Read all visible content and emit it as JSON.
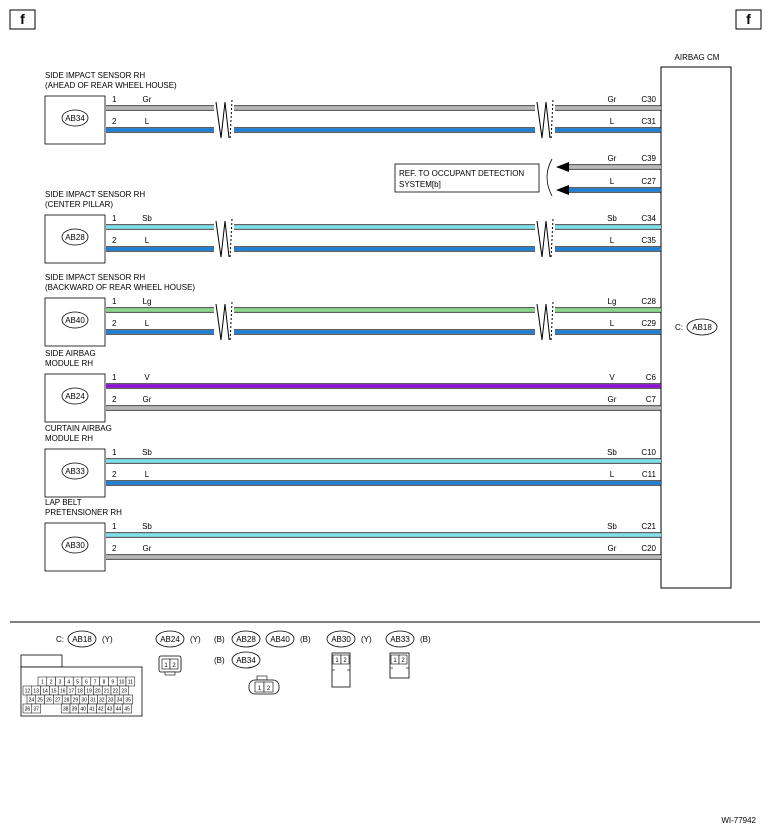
{
  "flags": {
    "left": "f",
    "right": "f"
  },
  "module": {
    "label": "AIRBAG CM",
    "connector_prefix": "C:",
    "connector_id": "AB18"
  },
  "wire_colors": {
    "Gr": "#b8b8b8",
    "L": "#1e7fd6",
    "Sb": "#7ee0ec",
    "Lg": "#8ad88a",
    "V": "#9010d8"
  },
  "components": [
    {
      "id": "AB34",
      "label_lines": [
        "SIDE IMPACT SENSOR RH",
        "(AHEAD OF REAR WHEEL HOUSE)"
      ],
      "broken": true,
      "wires": [
        {
          "pin": "1",
          "color": "Gr",
          "end_color": "Gr",
          "terminal": "C30"
        },
        {
          "pin": "2",
          "color": "L",
          "end_color": "L",
          "terminal": "C31"
        }
      ]
    },
    {
      "id": "AB28",
      "label_lines": [
        "SIDE IMPACT SENSOR RH",
        "(CENTER PILLAR)"
      ],
      "broken": true,
      "wires": [
        {
          "pin": "1",
          "color": "Sb",
          "end_color": "Sb",
          "terminal": "C34"
        },
        {
          "pin": "2",
          "color": "L",
          "end_color": "L",
          "terminal": "C35"
        }
      ]
    },
    {
      "id": "AB40",
      "label_lines": [
        "SIDE IMPACT SENSOR RH",
        "(BACKWARD OF REAR WHEEL HOUSE)"
      ],
      "broken": true,
      "wires": [
        {
          "pin": "1",
          "color": "Lg",
          "end_color": "Lg",
          "terminal": "C28"
        },
        {
          "pin": "2",
          "color": "L",
          "end_color": "L",
          "terminal": "C29"
        }
      ]
    },
    {
      "id": "AB24",
      "label_lines": [
        "SIDE AIRBAG",
        "MODULE RH"
      ],
      "broken": false,
      "wires": [
        {
          "pin": "1",
          "color": "V",
          "end_color": "V",
          "terminal": "C6"
        },
        {
          "pin": "2",
          "color": "Gr",
          "end_color": "Gr",
          "terminal": "C7"
        }
      ]
    },
    {
      "id": "AB33",
      "label_lines": [
        "CURTAIN AIRBAG",
        "MODULE RH"
      ],
      "broken": false,
      "wires": [
        {
          "pin": "1",
          "color": "Sb",
          "end_color": "Sb",
          "terminal": "C10"
        },
        {
          "pin": "2",
          "color": "L",
          "end_color": "L",
          "terminal": "C11"
        }
      ]
    },
    {
      "id": "AB30",
      "label_lines": [
        "LAP BELT",
        "PRETENSIONER RH"
      ],
      "broken": false,
      "wires": [
        {
          "pin": "1",
          "color": "Sb",
          "end_color": "Sb",
          "terminal": "C21"
        },
        {
          "pin": "2",
          "color": "Gr",
          "end_color": "Gr",
          "terminal": "C20"
        }
      ]
    }
  ],
  "reference": {
    "lines": [
      "REF. TO OCCUPANT DETECTION",
      "SYSTEM[b]"
    ],
    "wires": [
      {
        "color": "Gr",
        "terminal": "C39"
      },
      {
        "color": "L",
        "terminal": "C27"
      }
    ]
  },
  "legend": {
    "ab18": {
      "prefix": "C:",
      "id": "AB18",
      "color_code": "(Y)",
      "rows": [
        [
          "1",
          "2",
          "3",
          "4",
          "5",
          "6",
          "7",
          "8",
          "9",
          "10",
          "11"
        ],
        [
          "12",
          "13",
          "14",
          "15",
          "16",
          "17",
          "18",
          "19",
          "20",
          "21",
          "22",
          "23"
        ],
        [
          "24",
          "25",
          "26",
          "27",
          "28",
          "29",
          "30",
          "31",
          "32",
          "33",
          "34",
          "35"
        ],
        [
          "36",
          "37",
          "38",
          "39",
          "40",
          "41",
          "42",
          "43",
          "44",
          "45"
        ]
      ]
    },
    "ab24": {
      "id": "AB24",
      "color_code": "(Y)",
      "pins": [
        "1",
        "2"
      ]
    },
    "sensors": {
      "color_prefix": "(B)",
      "ids": [
        "AB28",
        "AB40"
      ],
      "color_code": "(B)"
    },
    "ab34": {
      "color_prefix": "(B)",
      "id": "AB34",
      "pins": [
        "1",
        "2"
      ]
    },
    "ab30": {
      "id": "AB30",
      "color_code": "(Y)",
      "pins": [
        "1",
        "2"
      ]
    },
    "ab33": {
      "id": "AB33",
      "color_code": "(B)",
      "pins": [
        "1",
        "2"
      ]
    }
  },
  "footer_code": "WI-77942"
}
